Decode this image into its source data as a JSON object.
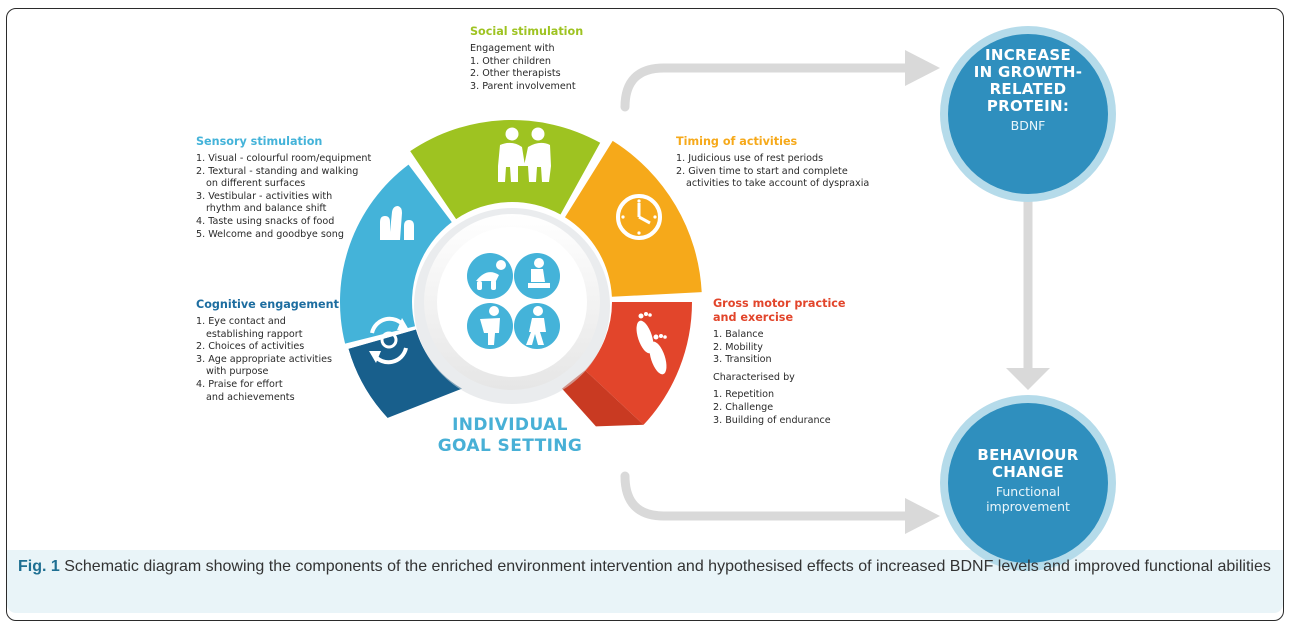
{
  "colors": {
    "social": "#9ec321",
    "timing": "#f6a91a",
    "gross_motor": "#e2452b",
    "cognitive": "#1d6da0",
    "sensory": "#44b3d9",
    "result_circle": "#2f8fbe",
    "arrow": "#d8d8d8"
  },
  "segments": {
    "social": {
      "title": "Social stimulation",
      "lines": [
        "Engagement with",
        "1. Other children",
        "2. Other therapists",
        "3. Parent involvement"
      ],
      "icon": "two-people-icon"
    },
    "timing": {
      "title": "Timing of activities",
      "lines": [
        "1. Judicious use of rest periods",
        "2. Given time to start and complete",
        "activities to take account of dyspraxia"
      ],
      "icon": "clock-icon"
    },
    "gross_motor": {
      "title_line1": "Gross motor practice",
      "title_line2": "and exercise",
      "lines": [
        "1. Balance",
        "2. Mobility",
        "3. Transition"
      ],
      "sub_heading": "Characterised by",
      "sub_lines": [
        "1. Repetition",
        "2. Challenge",
        "3. Building of endurance"
      ],
      "icon": "footprints-icon"
    },
    "cognitive": {
      "title": "Cognitive engagement",
      "lines": [
        "1. Eye contact and",
        "establishing rapport",
        "2. Choices of activities",
        "3. Age appropriate activities",
        "with purpose",
        "4. Praise for effort",
        "and achievements"
      ],
      "icon": "cycle-gear-icon"
    },
    "sensory": {
      "title": "Sensory stimulation",
      "lines": [
        "1. Visual - colourful room/equipment",
        "2. Textural - standing and walking",
        "on different surfaces",
        "3. Vestibular - activities with",
        "rhythm and balance shift",
        "4. Taste using snacks of food",
        "5. Welcome and goodbye song"
      ],
      "icon": "hands-icon"
    }
  },
  "center": {
    "label_line1": "INDIVIDUAL",
    "label_line2": "GOAL SETTING",
    "icons": [
      "crawling-child-icon",
      "sitting-child-icon",
      "standing-child-icon",
      "walking-child-icon"
    ]
  },
  "results": {
    "top": {
      "lines": [
        "INCREASE",
        "IN GROWTH-",
        "RELATED",
        "PROTEIN:"
      ],
      "sub": "BDNF"
    },
    "bottom": {
      "lines": [
        "BEHAVIOUR",
        "CHANGE"
      ],
      "sub_lines": [
        "Functional",
        "improvement"
      ]
    }
  },
  "caption": {
    "label": "Fig. 1",
    "text": "Schematic diagram showing the components of the enriched environment intervention and hypothesised effects of increased BDNF levels and improved functional abilities"
  }
}
